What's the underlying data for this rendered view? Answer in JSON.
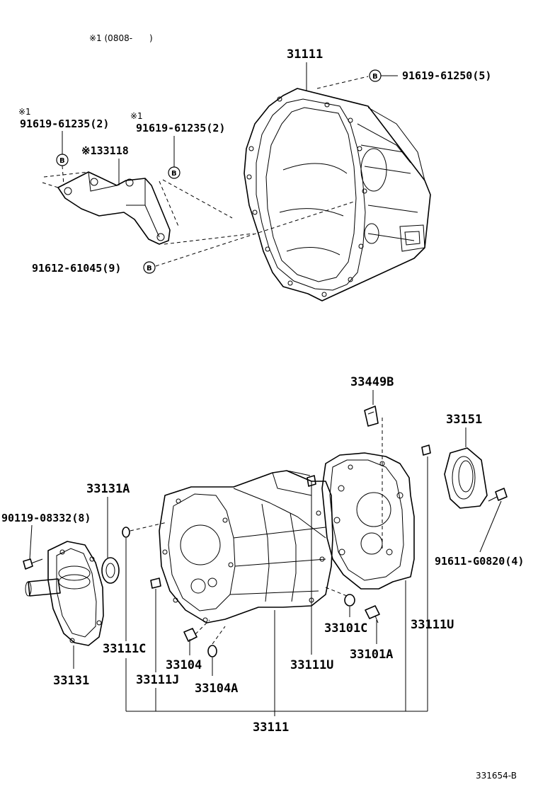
{
  "note_top": "※1 (0808-　　)",
  "footer_code": "331654-B",
  "bolt_marker": "B",
  "labels": {
    "bellhousing": "31111",
    "bolt_61250": "91619-61250(5)",
    "note_mark_a": "※1",
    "bolt_61235_a": "91619-61235(2)",
    "note_mark_b": "※1",
    "bolt_61235_b": "91619-61235(2)",
    "bracket": "※133118",
    "bolt_61045": "91612-61045(9)",
    "clip": "33449B",
    "retainer": "33151",
    "seal": "33131A",
    "bolt_08332": "90119-08332(8)",
    "bolt_g0820": "91611-G0820(4)",
    "dowel_c": "33111C",
    "extension_housing": "33131",
    "plug": "33104",
    "dowel_j": "33111J",
    "gasket": "33104A",
    "dowel_u_mid": "33111U",
    "plug_c": "33101C",
    "plug_a": "33101A",
    "dowel_u_right": "33111U",
    "case_assy": "33111"
  }
}
